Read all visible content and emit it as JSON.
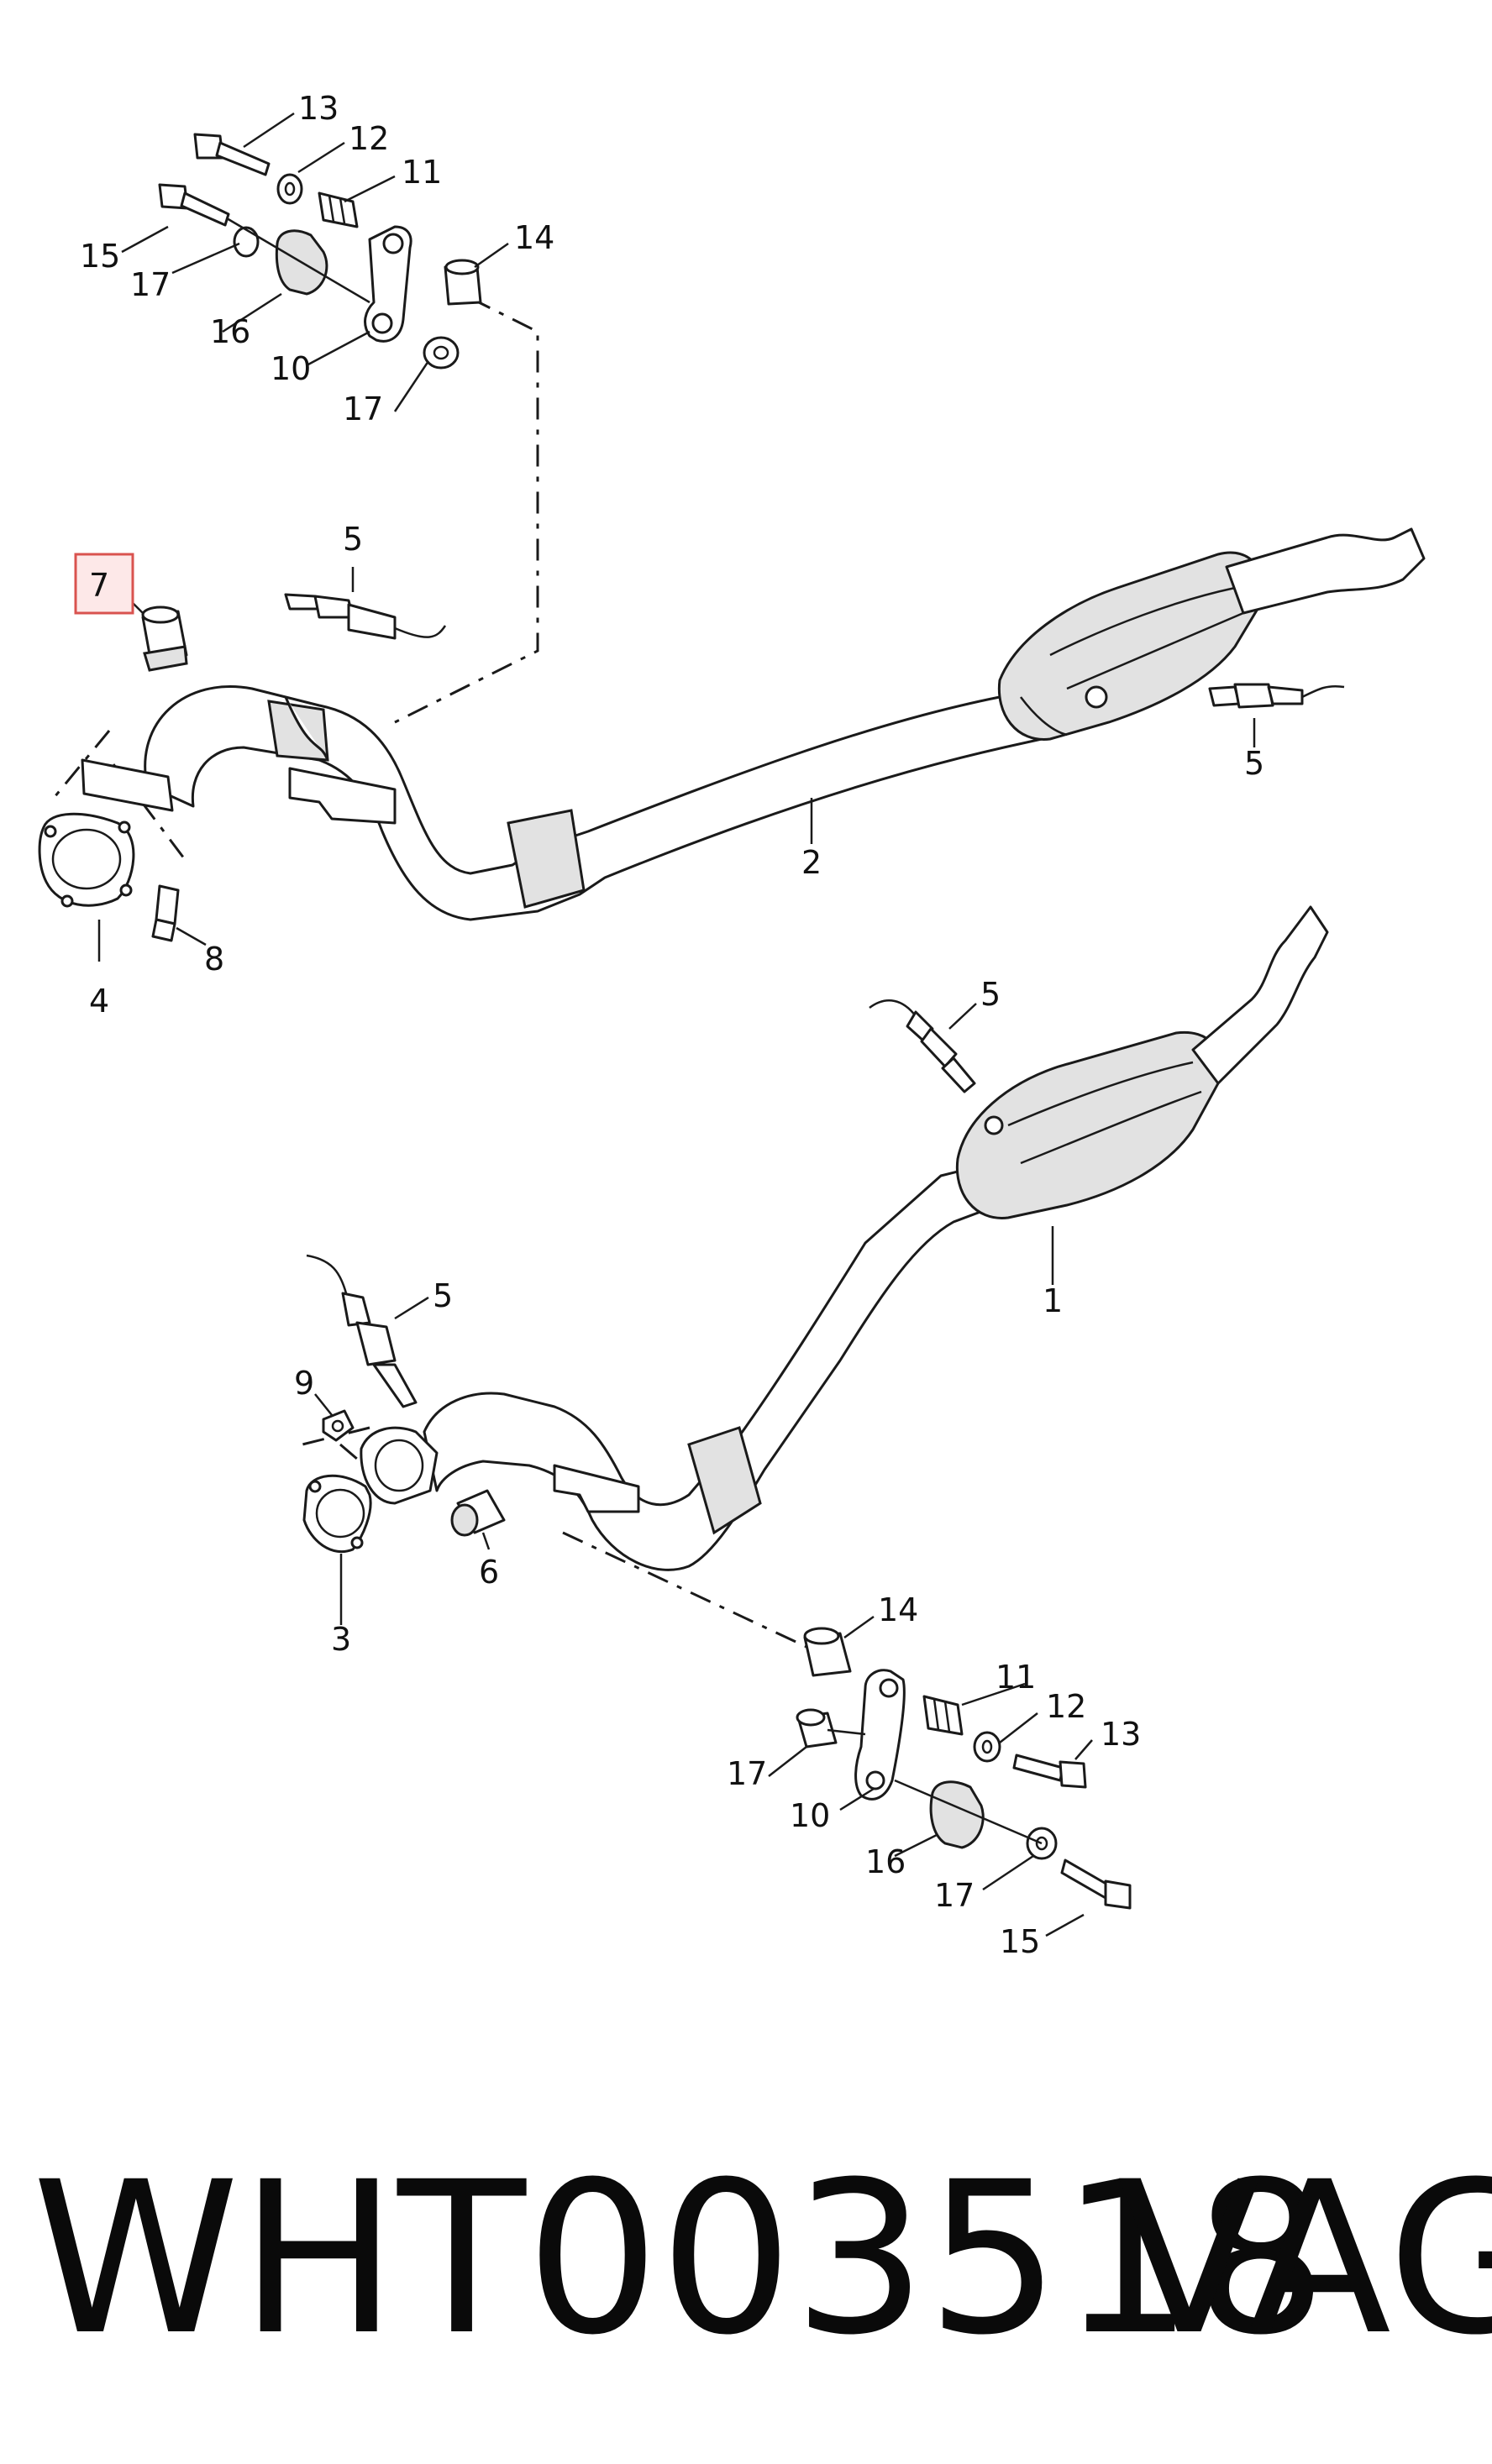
{
  "caption": {
    "part_number": "WHT003518",
    "brand": "VAG"
  },
  "highlight": {
    "color": "#d9534f",
    "fill": "#fde8e8",
    "item": "7"
  },
  "callouts": {
    "c13_top": "13",
    "c12_top": "12",
    "c11_top": "11",
    "c14_top": "14",
    "c15_top": "15",
    "c17_top_a": "17",
    "c16_top": "16",
    "c10_top": "10",
    "c17_top_b": "17",
    "c5_a": "5",
    "c7": "7",
    "c5_b": "5",
    "c2": "2",
    "c4": "4",
    "c8": "8",
    "c5_c": "5",
    "c1": "1",
    "c5_d": "5",
    "c9": "9",
    "c3": "3",
    "c6": "6",
    "c14_bot": "14",
    "c11_bot": "11",
    "c12_bot": "12",
    "c13_bot": "13",
    "c17_bot_a": "17",
    "c10_bot": "10",
    "c16_bot": "16",
    "c17_bot_b": "17",
    "c15_bot": "15"
  }
}
